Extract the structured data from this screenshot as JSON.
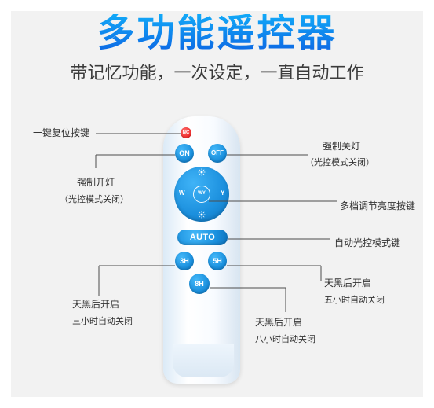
{
  "hero": {
    "title": "多功能遥控器",
    "subtitle": "带记忆功能，一次设定，一直自动工作",
    "title_gradient_start": "#12A9F8",
    "title_gradient_end": "#0D68E4"
  },
  "remote": {
    "buttons": {
      "nc": "NC",
      "on": "ON",
      "off": "OFF",
      "auto": "AUTO",
      "h3": "3H",
      "h5": "5H",
      "h8": "8H"
    },
    "dpad": {
      "left": "W",
      "center": "WY",
      "right": "Y"
    },
    "icons": {
      "brightness_top": "sun-icon",
      "brightness_bottom": "sun-icon"
    },
    "colors": {
      "button_blue": "#1A90DE",
      "button_red": "#EF2A2A",
      "shell": "#EAF4FD"
    }
  },
  "callouts": {
    "reset": "一键复位按键",
    "force_on_line1": "强制开灯",
    "force_on_line2": "（光控模式关闭）",
    "force_off_line1": "强制关灯",
    "force_off_line2": "（光控模式关闭）",
    "dimmer": "多档调节亮度按键",
    "auto": "自动光控模式键",
    "timer_5h_line1": "天黑后开启",
    "timer_5h_line2": "五小时自动关闭",
    "timer_3h_line1": "天黑后开启",
    "timer_3h_line2": "三小时自动关闭",
    "timer_8h_line1": "天黑后开启",
    "timer_8h_line2": "八小时自动关闭"
  }
}
